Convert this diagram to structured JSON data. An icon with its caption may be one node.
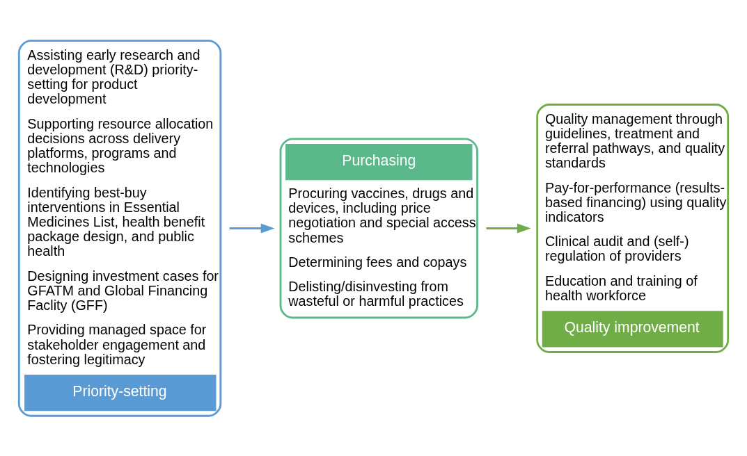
{
  "diagram": {
    "nodes": [
      {
        "text": [
          "Assisting early research and development (R&D) priority-setting for product development",
          "Supporting resource allocation decisions across delivery platforms, programs and technologies",
          "Identifying best-buy interventions in Essential Medicines List, health benefit package design, and public health",
          "Designing investment cases for GFATM and Global Financing Faclity (GFF)",
          "Providing managed space for stakeholder engagement and fostering legitimacy",
          "Priority-setting"
        ]
      },
      {
        "text": [
          "Purchasing",
          "Procuring vaccines, drugs and devices, including price negotiation and special access schemes",
          "Determining fees and copays",
          "Delisting/disinvesting from wasteful or harmful practices"
        ]
      },
      {
        "text": [
          "Quality management through guidelines, treatment and referral pathways, and quality standards",
          "Pay-for-performance (results-based financing) using quality indicators",
          "Clinical audit and (self-) regulation of providers",
          "Education and training of health workforce",
          "Quality improvement"
        ]
      }
    ],
    "edges": [
      {
        "from": 0,
        "to": 1,
        "arrow": "to",
        "color": "#5b9bd5"
      },
      {
        "from": 1,
        "to": 2,
        "arrow": "to",
        "color": "#70ad47"
      }
    ]
  }
}
